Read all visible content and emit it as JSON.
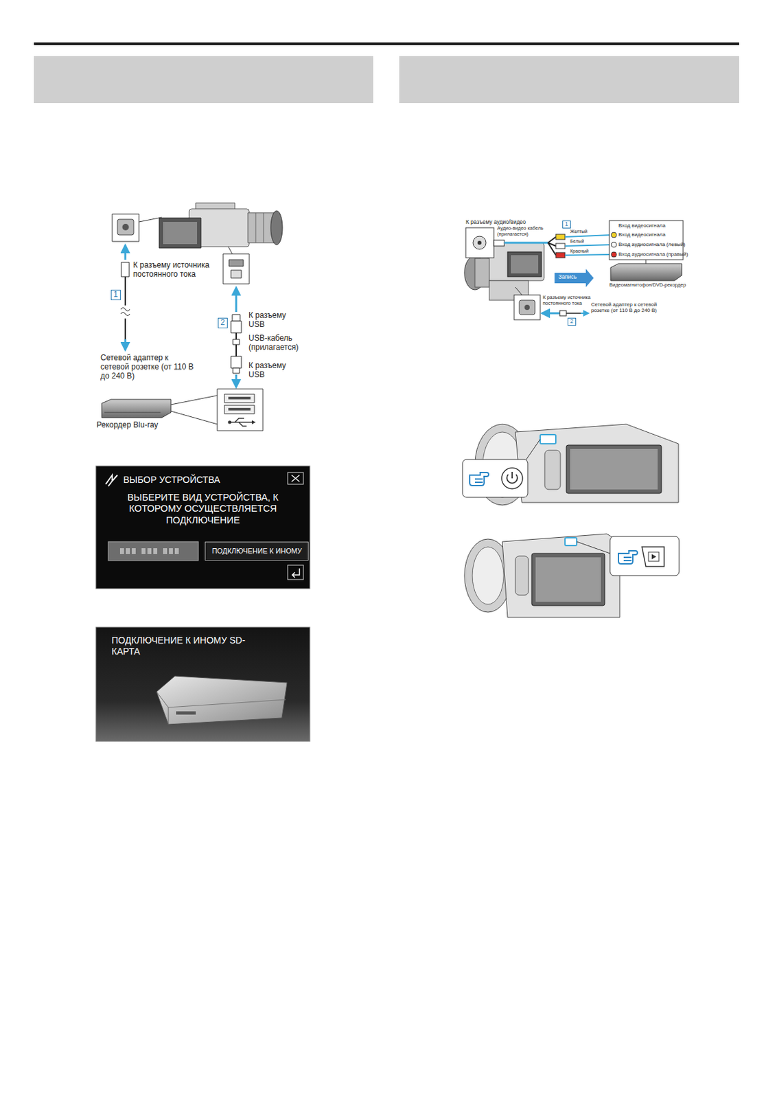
{
  "diagram": {
    "nodes": [
      {
        "text": [
          "ВЫБОР УСТРОЙСТВА",
          "ВЫБЕРИТЕ ВИД УСТРОЙСТВА, К КОТОРОМУ ОСУЩЕСТВЛЯЕТСЯ ПОДКЛЮЧЕНИЕ"
        ]
      },
      {
        "text": [
          "ПОДКЛЮЧЕНИЕ К ИНОМУ"
        ],
        "in": 0
      },
      {
        "text": [
          "ПОДКЛЮЧЕНИЕ К ИНОМУ SD-КАРТА"
        ]
      }
    ],
    "labels": [
      "К разъему источника постоянного тока",
      "1",
      "Сетевой адаптер к сетевой розетке (от 110 В до 240 В)",
      "2",
      "К разъему USB",
      "USB-кабель (прилагается)",
      "К разъему USB",
      "Рекордер Blu-ray",
      "К разъему аудио/видео",
      "1",
      "Желтый",
      "Белый",
      "Красный",
      "Вход видеосигнала",
      "Вход видеосигнала",
      "Вход аудиосигнала (левый)",
      "Вход аудиосигнала (правый)",
      "Аудио-видео кабель (прилагается)",
      "Запись",
      "Видеомагнитофон/DVD-рекордер",
      "К разъему источника постоянного тока",
      "2",
      "Сетевой адаптер к сетевой розетке (от 110 В до 240 В)"
    ]
  }
}
